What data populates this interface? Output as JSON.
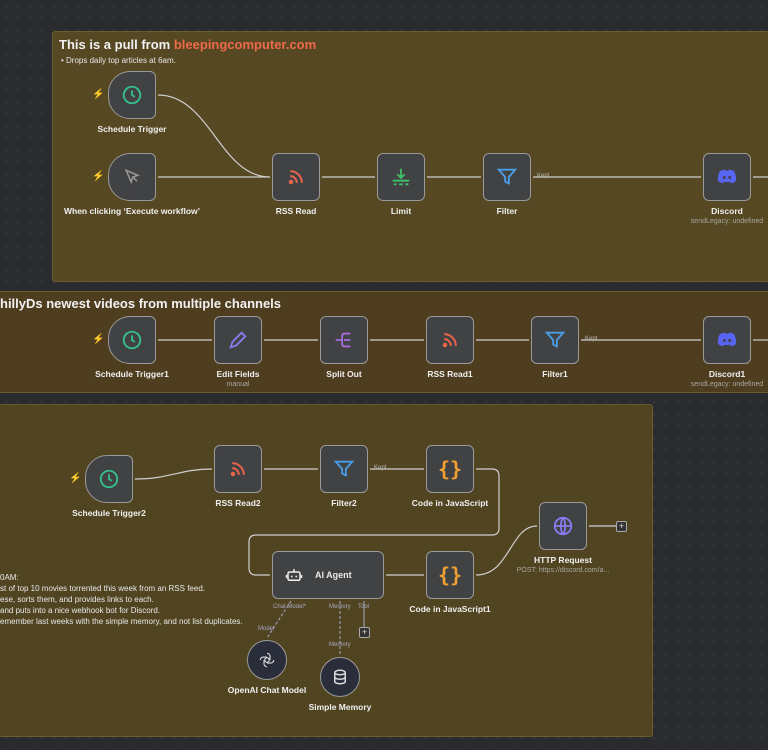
{
  "stickies": [
    {
      "title_prefix": "This is a pull from ",
      "title_highlight": "bleepingcomputer.com",
      "notes": [
        "•  Drops daily top articles at 6am."
      ]
    },
    {
      "title": "hillyDs newest videos from multiple channels"
    },
    {
      "notes": [
        "0AM:",
        "st of top 10 movies torrented this week from an RSS feed.",
        "ese, sorts them, and provides links to each.",
        "and puts into a nice webhook bot for Discord.",
        "emember last weeks with the simple memory, and not list duplicates."
      ]
    }
  ],
  "nodes": [
    {
      "label": "Schedule Trigger",
      "icon": "clock-icon",
      "color": "#35c08e"
    },
    {
      "label": "When clicking ‘Execute workflow’",
      "icon": "cursor-icon",
      "color": "#9a9a9a"
    },
    {
      "label": "RSS Read",
      "icon": "rss-icon",
      "color": "#e8654c"
    },
    {
      "label": "Limit",
      "icon": "limit-icon",
      "color": "#3fbf6a"
    },
    {
      "label": "Filter",
      "icon": "filter-icon",
      "color": "#4a9fe8"
    },
    {
      "label": "Discord",
      "sub": "sendLegacy: undefined",
      "icon": "discord-icon",
      "color": "#5865f2"
    },
    {
      "label": "Schedule Trigger1",
      "icon": "clock-icon",
      "color": "#35c08e"
    },
    {
      "label": "Edit Fields",
      "sub": "manual",
      "icon": "pencil-icon",
      "color": "#8a7cf0"
    },
    {
      "label": "Split Out",
      "icon": "split-out-icon",
      "color": "#a66bdc"
    },
    {
      "label": "RSS Read1",
      "icon": "rss-icon",
      "color": "#e8654c"
    },
    {
      "label": "Filter1",
      "icon": "filter-icon",
      "color": "#4a9fe8"
    },
    {
      "label": "Discord1",
      "sub": "sendLegacy: undefined",
      "icon": "discord-icon",
      "color": "#5865f2"
    },
    {
      "label": "Schedule Trigger2",
      "icon": "clock-icon",
      "color": "#35c08e"
    },
    {
      "label": "RSS Read2",
      "icon": "rss-icon",
      "color": "#e8654c"
    },
    {
      "label": "Filter2",
      "icon": "filter-icon",
      "color": "#4a9fe8"
    },
    {
      "label": "Code in JavaScript",
      "icon": "code-icon",
      "color": "#f0a030"
    },
    {
      "label": "AI Agent",
      "icon": "robot-icon",
      "color": "#f0f0f0"
    },
    {
      "label": "Code in JavaScript1",
      "icon": "code-icon",
      "color": "#f0a030"
    },
    {
      "label": "HTTP Request",
      "sub": "POST: https://discord.com/a...",
      "icon": "globe-icon",
      "color": "#8a7cf0"
    },
    {
      "label": "OpenAI Chat Model",
      "icon": "openai-icon",
      "color": "#dddddd"
    },
    {
      "label": "Simple Memory",
      "icon": "database-icon",
      "color": "#dddddd"
    }
  ],
  "wire_labels": {
    "kept": "Kept"
  },
  "ports": {
    "chat_model": "Chat Model*",
    "memory": "Memory",
    "tool": "Tool",
    "model": "Model",
    "memory_in": "Memory"
  },
  "plus": "+"
}
